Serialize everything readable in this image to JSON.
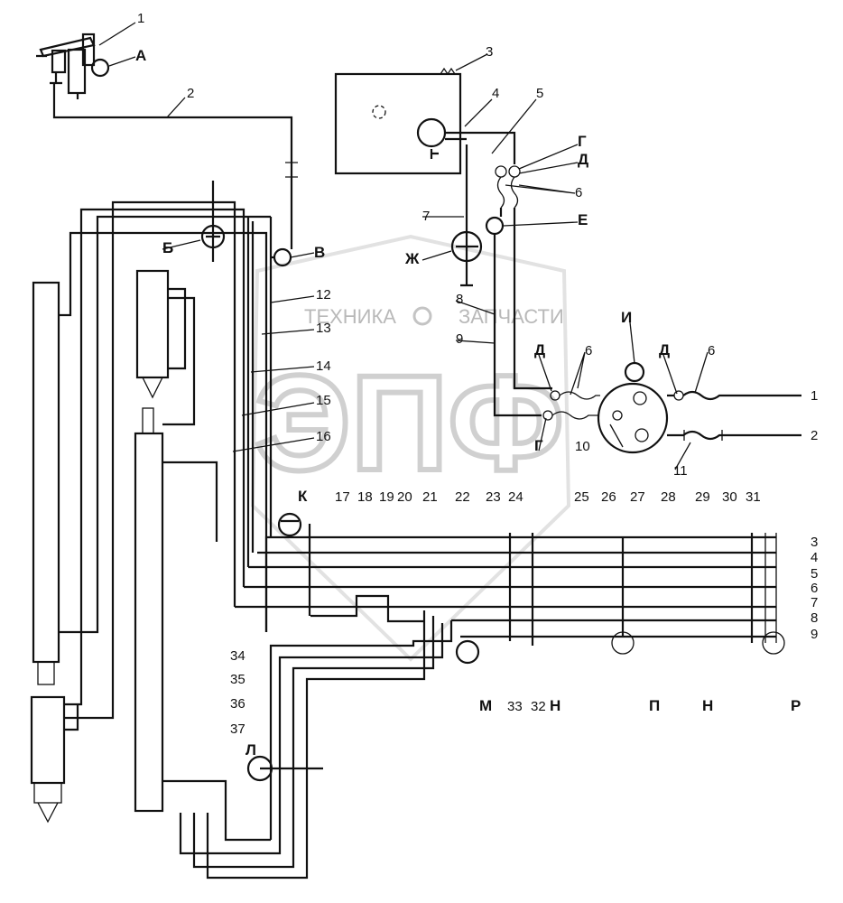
{
  "watermark": {
    "line1": "ТЕХНИКА",
    "line2": "ЗАПЧАСТИ",
    "big": "ЭПФ"
  },
  "callouts": {
    "n1": "1",
    "n2": "2",
    "n3": "3",
    "n4": "4",
    "n5": "5",
    "n6": "6",
    "n7": "7",
    "n8": "8",
    "n9": "9",
    "n10": "10",
    "n11": "11",
    "n12": "12",
    "n13": "13",
    "n14": "14",
    "n15": "15",
    "n16": "16",
    "n17": "17",
    "n18": "18",
    "n19": "19",
    "n20": "20",
    "n21": "21",
    "n22": "22",
    "n23": "23",
    "n24": "24",
    "n25": "25",
    "n26": "26",
    "n27": "27",
    "n28": "28",
    "n29": "29",
    "n30": "30",
    "n31": "31",
    "n32": "32",
    "n33": "33",
    "n34": "34",
    "n35": "35",
    "n36": "36",
    "n37": "37"
  },
  "letters": {
    "A": "А",
    "B": "Б",
    "V": "В",
    "G": "Г",
    "D": "Д",
    "E": "Е",
    "Zh": "Ж",
    "I": "И",
    "K": "К",
    "L": "Л",
    "M": "М",
    "N": "Н",
    "P": "П",
    "R": "Р"
  },
  "right_outputs": [
    "1",
    "2",
    "3",
    "4",
    "5",
    "6",
    "7",
    "8",
    "9"
  ]
}
